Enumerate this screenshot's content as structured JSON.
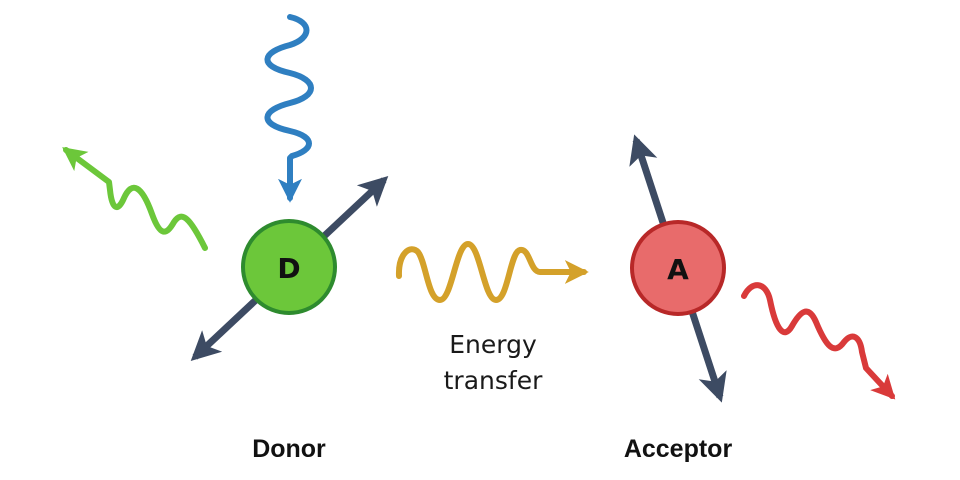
{
  "title": "FRET (Förster resonance energy transfer) schematic",
  "donor": {
    "letter": "D",
    "label": "Donor",
    "fill_color": "#6cc73a",
    "stroke_color": "#2e8b2e"
  },
  "acceptor": {
    "letter": "A",
    "label": "Acceptor",
    "fill_color": "#e86b6b",
    "stroke_color": "#b82828"
  },
  "transfer": {
    "label_line1": "Energy",
    "label_line2": "transfer",
    "color": "#d4a12a"
  },
  "waves": {
    "excitation_color": "#2f7fc1",
    "donor_emission_color": "#6cc73a",
    "acceptor_emission_color": "#d93a3a"
  },
  "dipole_color": "#3d4b63"
}
